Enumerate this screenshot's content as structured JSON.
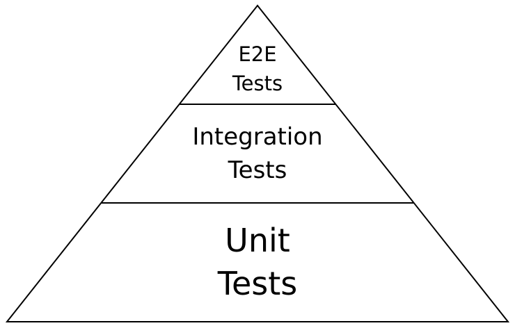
{
  "pyramid": {
    "stroke_color": "#000000",
    "fill_color": "#ffffff",
    "levels": [
      {
        "line1": "E2E",
        "line2": "Tests"
      },
      {
        "line1": "Integration",
        "line2": "Tests"
      },
      {
        "line1": "Unit",
        "line2": "Tests"
      }
    ]
  }
}
